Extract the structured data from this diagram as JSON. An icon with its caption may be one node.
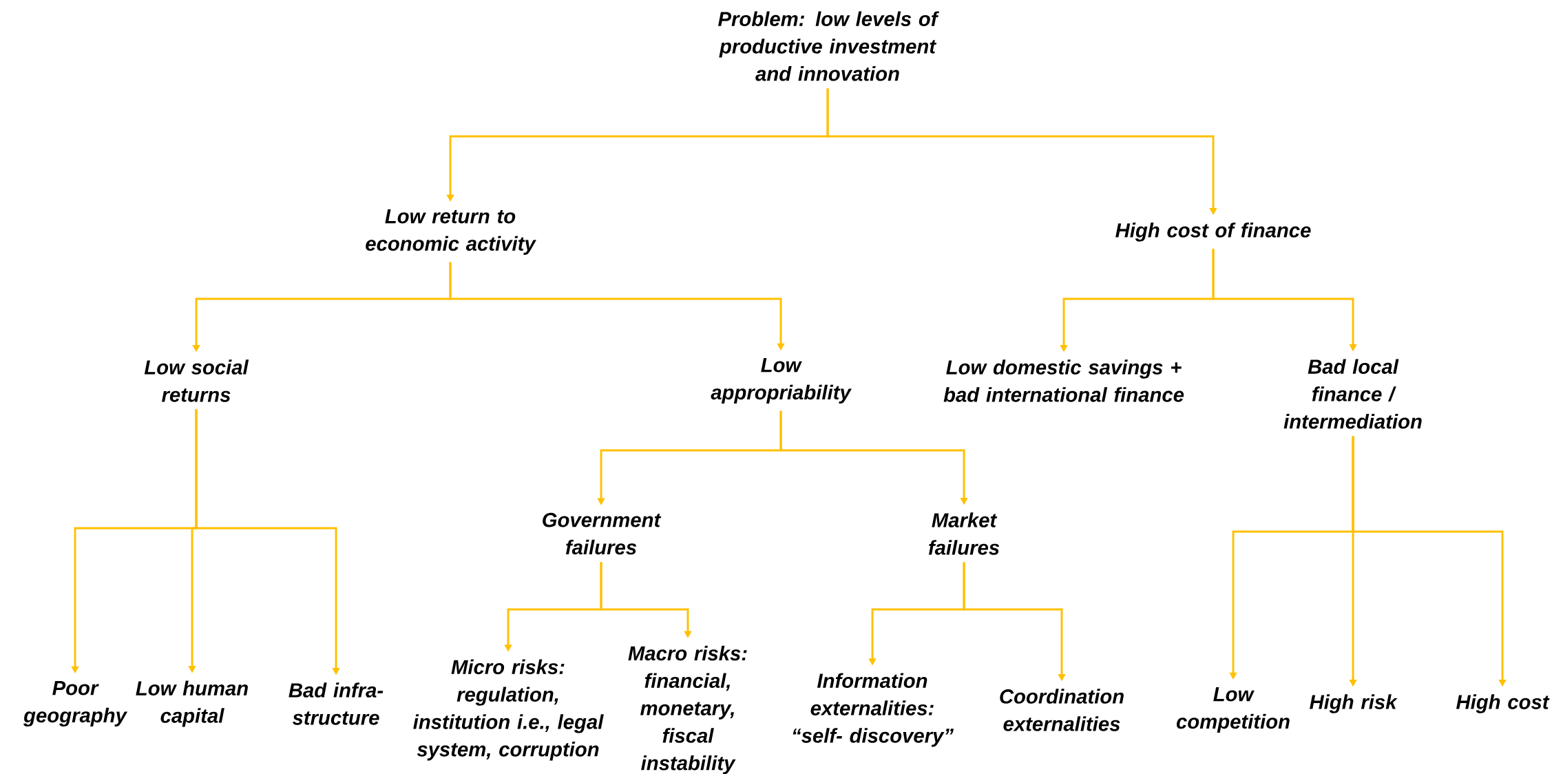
{
  "diagram": {
    "nodes": [
      {
        "text": [
          "Problem: low levels of productive investment and innovation"
        ]
      },
      {
        "text": [
          "Low return to economic activity"
        ]
      },
      {
        "text": [
          "High cost of finance"
        ]
      },
      {
        "text": [
          "Low social returns"
        ]
      },
      {
        "text": [
          "Low appropriability"
        ]
      },
      {
        "text": [
          "Low domestic savings + bad international finance"
        ]
      },
      {
        "text": [
          "Bad local finance / intermediation"
        ]
      },
      {
        "text": [
          "Government failures"
        ]
      },
      {
        "text": [
          "Market failures"
        ]
      },
      {
        "text": [
          "Poor geography"
        ]
      },
      {
        "text": [
          "Low human capital"
        ]
      },
      {
        "text": [
          "Bad infra- structure"
        ]
      },
      {
        "text": [
          "Micro risks: regulation, institution i.e., legal system, corruption"
        ]
      },
      {
        "text": [
          "Macro risks: financial, monetary, fiscal instability"
        ]
      },
      {
        "text": [
          "Information externalities: “self- discovery”"
        ]
      },
      {
        "text": [
          "Coordination externalities"
        ]
      },
      {
        "text": [
          "Low competition"
        ]
      },
      {
        "text": [
          "High risk"
        ]
      },
      {
        "text": [
          "High cost"
        ]
      }
    ],
    "edges": [
      {
        "from": 0,
        "to": 1,
        "arrow": "to"
      },
      {
        "from": 0,
        "to": 2,
        "arrow": "to"
      },
      {
        "from": 1,
        "to": 3,
        "arrow": "to"
      },
      {
        "from": 1,
        "to": 4,
        "arrow": "to"
      },
      {
        "from": 2,
        "to": 5,
        "arrow": "to"
      },
      {
        "from": 2,
        "to": 6,
        "arrow": "to"
      },
      {
        "from": 3,
        "to": 9,
        "arrow": "to"
      },
      {
        "from": 3,
        "to": 10,
        "arrow": "to"
      },
      {
        "from": 3,
        "to": 11,
        "arrow": "to"
      },
      {
        "from": 4,
        "to": 7,
        "arrow": "to"
      },
      {
        "from": 4,
        "to": 8,
        "arrow": "to"
      },
      {
        "from": 7,
        "to": 12,
        "arrow": "to"
      },
      {
        "from": 7,
        "to": 13,
        "arrow": "to"
      },
      {
        "from": 8,
        "to": 14,
        "arrow": "to"
      },
      {
        "from": 8,
        "to": 15,
        "arrow": "to"
      },
      {
        "from": 6,
        "to": 16,
        "arrow": "to"
      },
      {
        "from": 6,
        "to": 17,
        "arrow": "to"
      },
      {
        "from": 6,
        "to": 18,
        "arrow": "to"
      }
    ]
  }
}
